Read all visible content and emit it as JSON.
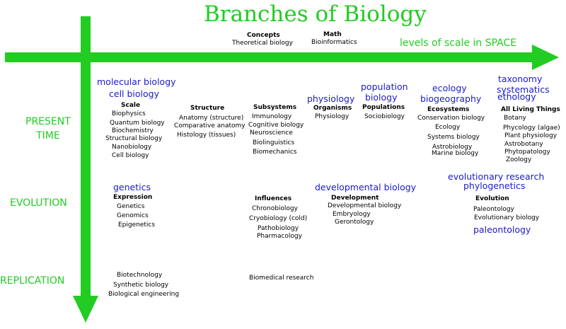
{
  "title": "Branches of Biology",
  "axis_label": "levels of scale in SPACE",
  "row_labels": {
    "present_line1": "PRESENT",
    "present_line2": "TIME",
    "evolution": "EVOLUTION",
    "replication": "REPLICATION"
  },
  "colors": {
    "arrow": "#22cc22",
    "field_names": "#1a1acc"
  },
  "top": {
    "concepts": {
      "header": "Concepts",
      "items": [
        "Theoretical biology"
      ]
    },
    "math": {
      "header": "Math",
      "items": [
        "Bioinformatics"
      ]
    }
  },
  "present": {
    "scale": {
      "fields": [
        "molecular biology",
        "cell biology"
      ],
      "header": "Scale",
      "items": [
        "Biophysics",
        "Quantum biology",
        "Biochemistry",
        "Structural biology",
        "Nanobiology",
        "Cell biology"
      ]
    },
    "structure": {
      "header": "Structure",
      "items": [
        "Anatomy (structure)",
        "Comparative anatomy",
        "Histology (tissues)"
      ]
    },
    "subsystems": {
      "header": "Subsystems",
      "items": [
        "Immunology",
        "Cognitive biology",
        "Neuroscience",
        "Biolinguistics",
        "Biomechanics"
      ]
    },
    "organisms": {
      "fields": [
        "physiology"
      ],
      "header": "Organisms",
      "items": [
        "Physiology"
      ]
    },
    "populations": {
      "fields": [
        "population",
        "biology"
      ],
      "header": "Populations",
      "items": [
        "Sociobiology"
      ]
    },
    "ecosystems": {
      "fields": [
        "ecology",
        "biogeography"
      ],
      "header": "Ecosystems",
      "items": [
        "Conservation biology",
        "Ecology",
        "Systems biology",
        "Astrobiology",
        "Marine biology"
      ]
    },
    "all": {
      "fields": [
        "taxonomy",
        "systematics",
        "ethology"
      ],
      "header": "All Living Things",
      "items": [
        "Botany",
        "Phycology (algae)",
        "Plant physiology",
        "Astrobotany",
        "Phytopatology",
        "Zoology"
      ]
    }
  },
  "evolution": {
    "expression": {
      "fields": [
        "genetics"
      ],
      "header": "Expression",
      "items": [
        "Genetics",
        "Genomics",
        "Epigenetics"
      ]
    },
    "influences": {
      "header": "Influences",
      "items": [
        "Chronobiology",
        "Cryobiology (cold)",
        "Pathobiology",
        "Pharmacology"
      ]
    },
    "development": {
      "fields": [
        "developmental biology"
      ],
      "header": "Development",
      "items": [
        "Developmental biology",
        "Embryology",
        "Gerontology"
      ]
    },
    "evolution": {
      "fields": [
        "evolutionary research",
        "phylogenetics"
      ],
      "header": "Evolution",
      "items": [
        "Paleontology",
        "Evolutionary biology"
      ],
      "extra_field": "paleontology"
    }
  },
  "replication": {
    "items": [
      "Biotechnology",
      "Synthetic biology",
      "Biological engineering"
    ],
    "research": "Biomedical research"
  }
}
